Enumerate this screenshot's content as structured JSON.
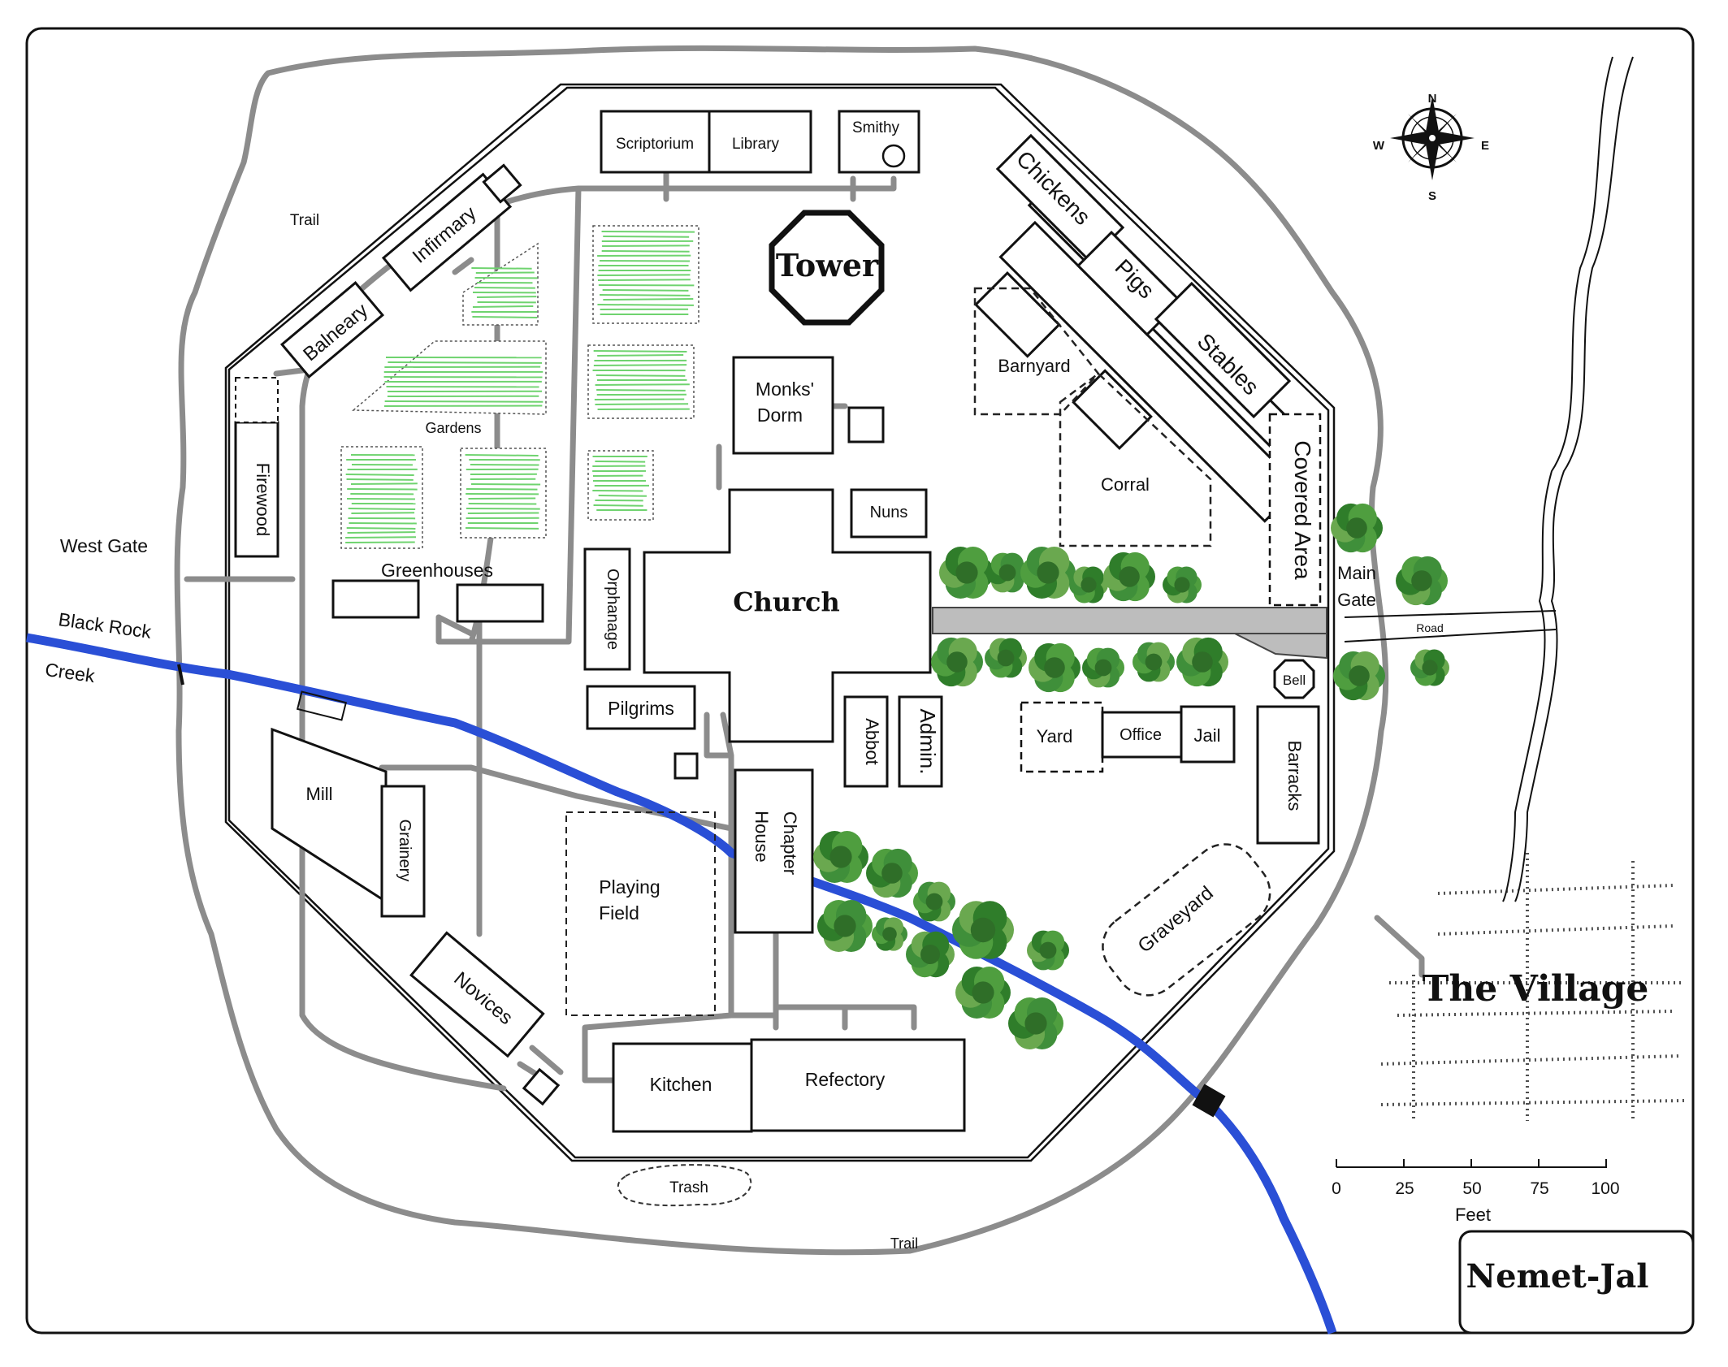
{
  "map_title": "The Village",
  "map_name": "Nemet-Jal",
  "compass": {
    "n": "N",
    "s": "S",
    "e": "E",
    "w": "W",
    "icon": "compass-rose-icon"
  },
  "scale": {
    "ticks": [
      "0",
      "25",
      "50",
      "75",
      "100"
    ],
    "unit": "Feet"
  },
  "labels": {
    "scriptorium": "Scriptorium",
    "library": "Library",
    "smithy": "Smithy",
    "tower": "Tower",
    "chickens": "Chickens",
    "pigs": "Pigs",
    "stables": "Stables",
    "covered_area": "Covered Area",
    "barnyard": "Barnyard",
    "corral": "Corral",
    "infirmary": "Infirmary",
    "balneary": "Balneary",
    "gardens": "Gardens",
    "firewood": "Firewood",
    "monks_dorm_1": "Monks'",
    "monks_dorm_2": "Dorm",
    "nuns": "Nuns",
    "church": "Church",
    "orphanage": "Orphanage",
    "greenhouses": "Greenhouses",
    "west_gate": "West Gate",
    "creek_1": "Black Rock",
    "creek_2": "Creek",
    "trail_north": "Trail",
    "trail_south": "Trail",
    "main_gate_1": "Main",
    "main_gate_2": "Gate",
    "road": "Road",
    "bell": "Bell",
    "pilgrims": "Pilgrims",
    "abbot": "Abbot",
    "admin": "Admin.",
    "yard": "Yard",
    "office": "Office",
    "jail": "Jail",
    "barracks": "Barracks",
    "mill": "Mill",
    "grainery": "Grainery",
    "playing_field_1": "Playing",
    "playing_field_2": "Field",
    "chapter_house_1": "Chapter",
    "chapter_house_2": "House",
    "graveyard": "Graveyard",
    "novices": "Novices",
    "kitchen": "Kitchen",
    "refectory": "Refectory",
    "trash": "Trash"
  },
  "colors": {
    "creek": "#2a4fd6",
    "paths": "#8c8c8c",
    "gardens": "#6fd36f",
    "trees": "#3f8f3a"
  }
}
